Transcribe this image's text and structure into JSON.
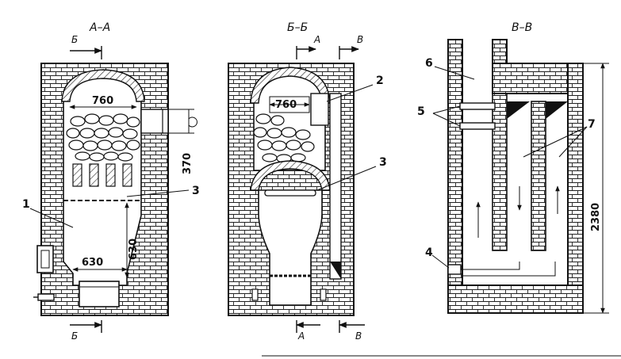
{
  "sections": {
    "left": {
      "title": "А–А",
      "cut_top": "Б",
      "cut_bottom": "Б"
    },
    "middle": {
      "title": "Б–Б",
      "cut_top_a": "А",
      "cut_top_b": "В",
      "cut_bottom_a": "А",
      "cut_bottom_b": "В"
    },
    "right": {
      "title": "В–В"
    }
  },
  "dimensions": {
    "left_width_top": "760",
    "left_height_side": "370",
    "left_height_inner": "630",
    "left_width_bottom": "630",
    "middle_width_top": "760",
    "right_height": "2380"
  },
  "callouts": {
    "c1": "1",
    "c2": "2",
    "c3_left": "3",
    "c3_middle": "3",
    "c4": "4",
    "c5": "5",
    "c6": "6",
    "c7": "7"
  },
  "colors": {
    "ink": "#111111",
    "paper": "#ffffff"
  }
}
